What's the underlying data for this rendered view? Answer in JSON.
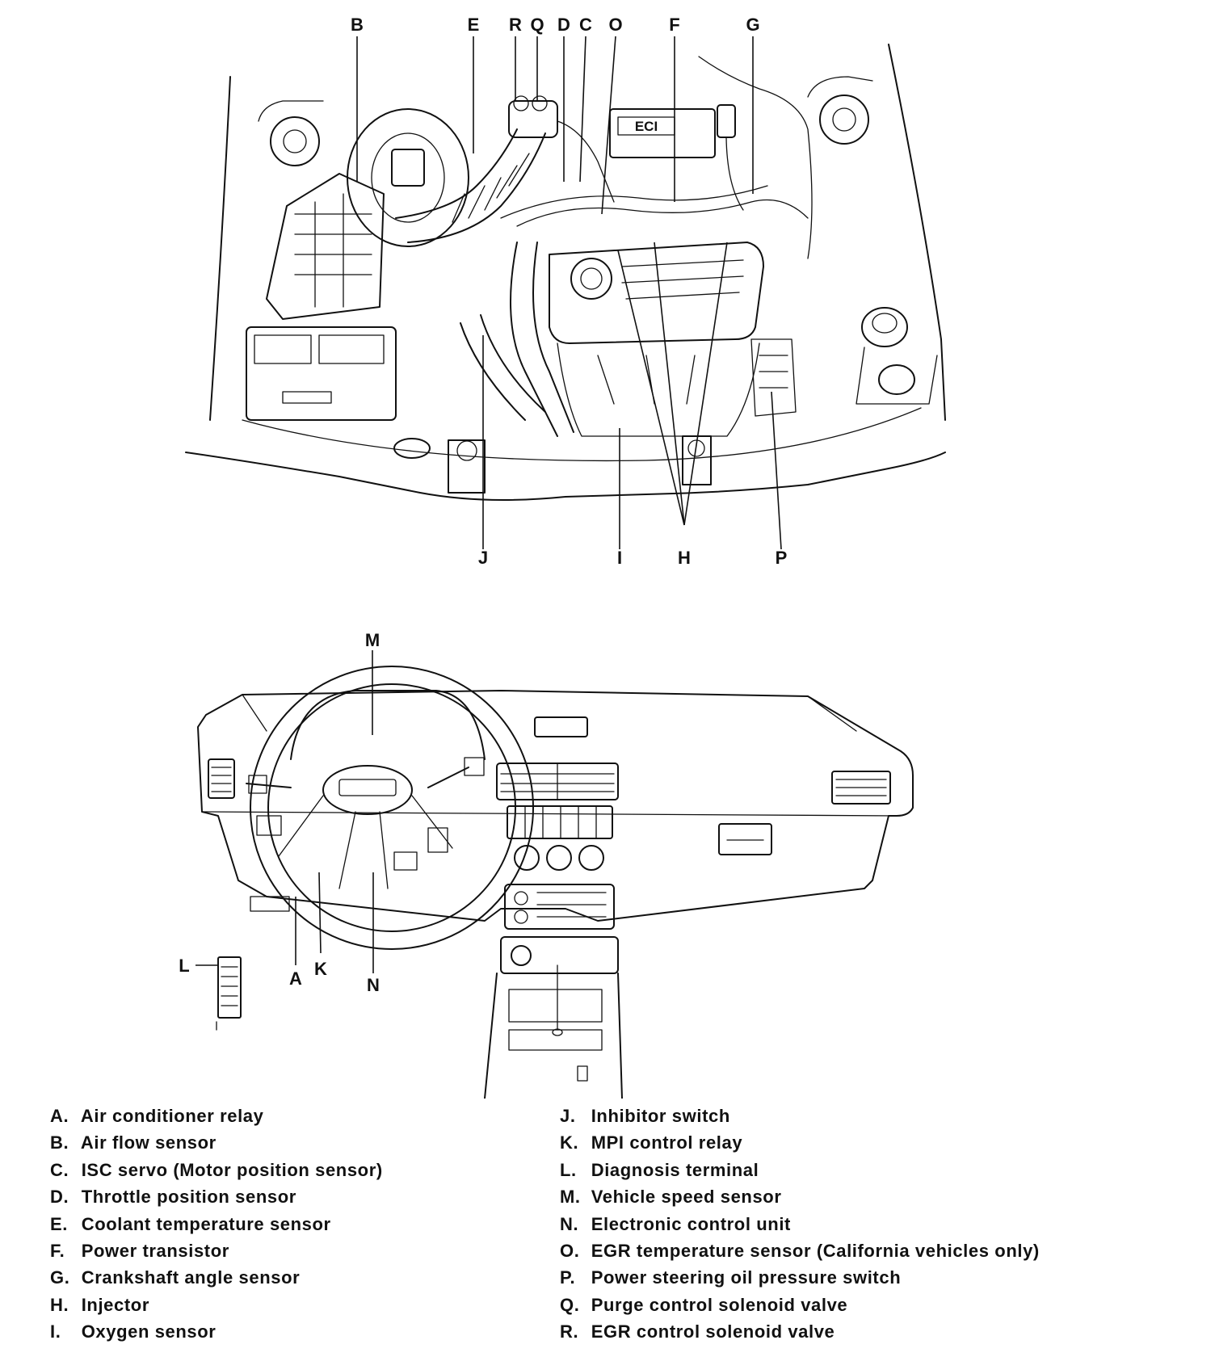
{
  "callouts": {
    "B": "B",
    "E": "E",
    "R": "R",
    "Q": "Q",
    "D": "D",
    "C": "C",
    "O": "O",
    "F": "F",
    "G": "G",
    "J": "J",
    "I": "I",
    "H": "H",
    "P": "P",
    "M": "M",
    "L": "L",
    "A": "A",
    "K": "K",
    "N": "N"
  },
  "engine_labels": {
    "eci_badge": "ECI"
  },
  "legend": {
    "left": [
      {
        "key": "A.",
        "text": "Air conditioner relay"
      },
      {
        "key": "B.",
        "text": "Air flow sensor"
      },
      {
        "key": "C.",
        "text": "ISC servo (Motor position sensor)"
      },
      {
        "key": "D.",
        "text": "Throttle position sensor"
      },
      {
        "key": "E.",
        "text": "Coolant temperature sensor"
      },
      {
        "key": "F.",
        "text": "Power transistor"
      },
      {
        "key": "G.",
        "text": "Crankshaft angle sensor"
      },
      {
        "key": "H.",
        "text": "Injector"
      },
      {
        "key": "I.",
        "text": "Oxygen sensor"
      }
    ],
    "right": [
      {
        "key": "J.",
        "text": "Inhibitor switch"
      },
      {
        "key": "K.",
        "text": "MPI control relay"
      },
      {
        "key": "L.",
        "text": "Diagnosis terminal"
      },
      {
        "key": "M.",
        "text": "Vehicle speed sensor"
      },
      {
        "key": "N.",
        "text": "Electronic control unit"
      },
      {
        "key": "O.",
        "text": "EGR temperature sensor (California vehicles only)"
      },
      {
        "key": "P.",
        "text": "Power steering oil pressure switch"
      },
      {
        "key": "Q.",
        "text": "Purge control solenoid valve"
      },
      {
        "key": "R.",
        "text": "EGR control solenoid valve"
      }
    ]
  }
}
